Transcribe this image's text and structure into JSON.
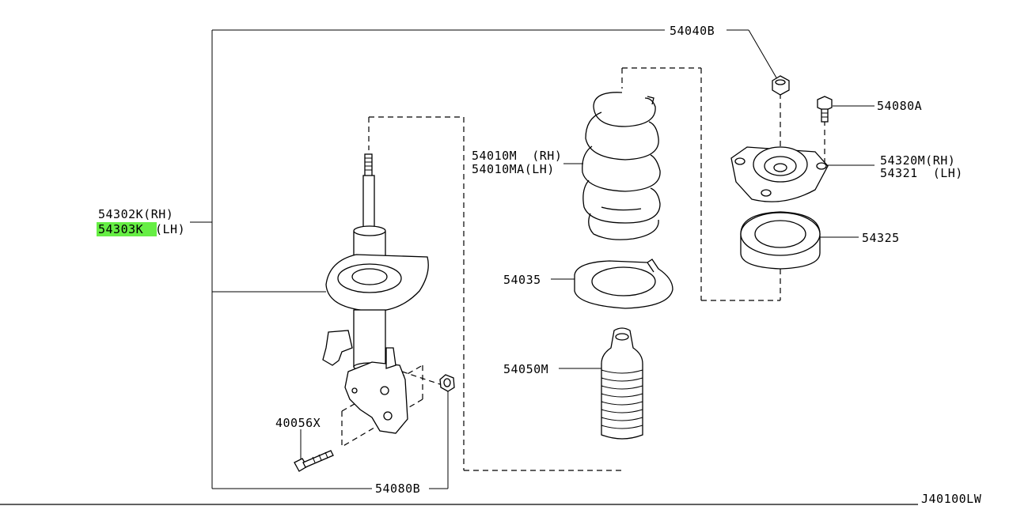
{
  "diagram_code": "J40100LW",
  "parts": {
    "strut_rh": "54302K(RH)",
    "strut_lh_number": "54303K",
    "strut_lh_side": "(LH)",
    "insulator_nut": "54040B",
    "mount_bolt": "54080A",
    "mount_rh": "54320M(RH)",
    "mount_lh": "54321  (LH)",
    "spring_rh": "54010M  (RH)",
    "spring_lh": "54010MA(LH)",
    "bearing": "54325",
    "spring_seat": "54035",
    "bound_bumper": "54050M",
    "strut_bolt": "40056X",
    "strut_nut": "54080B"
  },
  "highlight": {
    "part": "54303K",
    "color": "#66ee44"
  }
}
